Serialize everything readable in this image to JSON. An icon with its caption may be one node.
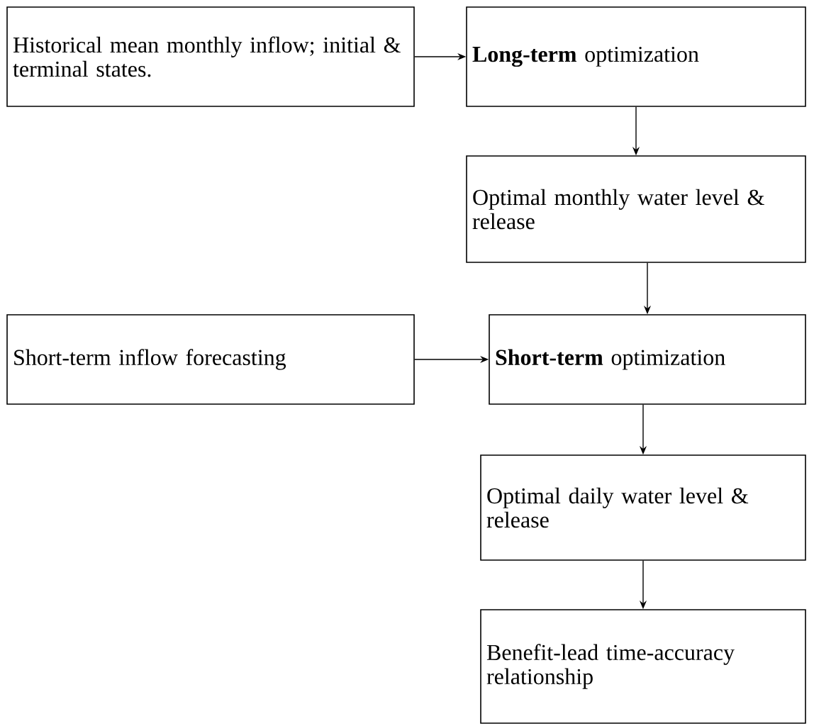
{
  "diagram": {
    "nodes": [
      {
        "text": [
          "Historical mean monthly inflow; initial & terminal states."
        ]
      },
      {
        "text": [
          "**Long-term** optimization"
        ]
      },
      {
        "text": [
          "Optimal monthly water level & release"
        ]
      },
      {
        "text": [
          "Short-term inflow forecasting"
        ]
      },
      {
        "text": [
          "**Short-term** optimization"
        ]
      },
      {
        "text": [
          "Optimal daily water level & release"
        ]
      },
      {
        "text": [
          "Benefit-lead time-accuracy relationship"
        ]
      }
    ],
    "edges": [
      {
        "from": 0,
        "to": 1,
        "arrow": "to"
      },
      {
        "from": 1,
        "to": 2,
        "arrow": "to"
      },
      {
        "from": 2,
        "to": 4,
        "arrow": "to"
      },
      {
        "from": 3,
        "to": 4,
        "arrow": "to"
      },
      {
        "from": 4,
        "to": 5,
        "arrow": "to"
      },
      {
        "from": 5,
        "to": 6,
        "arrow": "to"
      }
    ]
  }
}
